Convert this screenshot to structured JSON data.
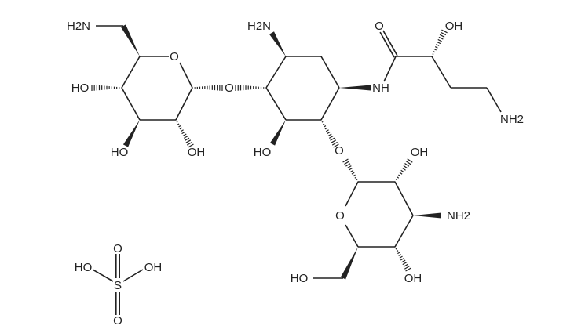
{
  "diagram": {
    "type": "chemical-structure",
    "atom_labels": [
      {
        "id": "nh2_a",
        "text": "H2N"
      },
      {
        "id": "o_ring1",
        "text": "O"
      },
      {
        "id": "ho_a",
        "text": "HO"
      },
      {
        "id": "o_link1",
        "text": "O"
      },
      {
        "id": "ho_b",
        "text": "HO"
      },
      {
        "id": "oh_a",
        "text": "OH"
      },
      {
        "id": "nh2_b",
        "text": "H2N"
      },
      {
        "id": "ho_c",
        "text": "HO"
      },
      {
        "id": "o_link2",
        "text": "O"
      },
      {
        "id": "nh",
        "text": "NH"
      },
      {
        "id": "o_carbonyl",
        "text": "O"
      },
      {
        "id": "oh_b",
        "text": "OH"
      },
      {
        "id": "nh2_c",
        "text": "NH2"
      },
      {
        "id": "oh_c",
        "text": "OH"
      },
      {
        "id": "o_ring2",
        "text": "O"
      },
      {
        "id": "nh2_d",
        "text": "NH2"
      },
      {
        "id": "oh_d",
        "text": "OH"
      },
      {
        "id": "ho_d",
        "text": "HO"
      },
      {
        "id": "s",
        "text": "S"
      },
      {
        "id": "o_s_top",
        "text": "O"
      },
      {
        "id": "o_s_bottom",
        "text": "O"
      },
      {
        "id": "ho_s",
        "text": "HO"
      },
      {
        "id": "oh_s",
        "text": "OH"
      }
    ],
    "colors": {
      "bond": "#222222",
      "background": "#ffffff"
    }
  }
}
